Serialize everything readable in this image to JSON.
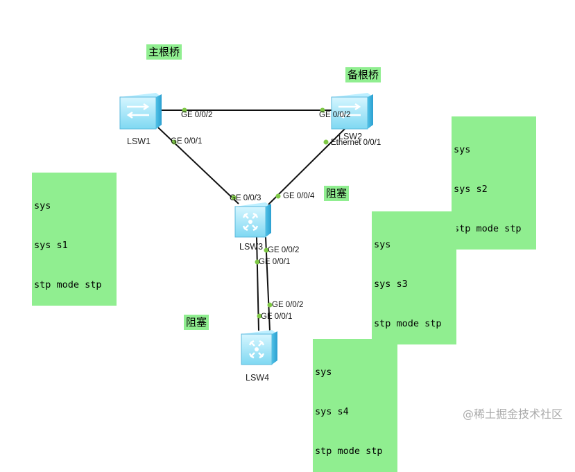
{
  "colors": {
    "note_bg": "#90ee90",
    "link": "#111111",
    "port_dot": "#7ec845",
    "device": "#8fe0f6",
    "device_dark": "#3ab4e0"
  },
  "annotations": {
    "primary_root": "主根桥",
    "backup_root": "备根桥",
    "blocked_a": "阻塞",
    "blocked_b": "阻塞"
  },
  "devices": {
    "lsw1": {
      "label": "LSW1",
      "icon": "l2-switch-icon"
    },
    "lsw2": {
      "label": "LSW2",
      "icon": "l2-switch-icon"
    },
    "lsw3": {
      "label": "LSW3",
      "icon": "l3-switch-icon"
    },
    "lsw4": {
      "label": "LSW4",
      "icon": "l3-switch-icon"
    }
  },
  "ports": {
    "lsw1_ge002": "GE 0/0/2",
    "lsw2_ge002": "GE 0/0/2",
    "lsw1_ge001": "GE 0/0/1",
    "lsw2_eth001": "Ethernet 0/0/1",
    "lsw3_ge003": "GE 0/0/3",
    "lsw3_ge004": "GE 0/0/4",
    "lsw3_ge002": "GE 0/0/2",
    "lsw3_ge001": "GE 0/0/1",
    "lsw4_ge002": "GE 0/0/2",
    "lsw4_ge001": "GE 0/0/1"
  },
  "configs": {
    "s1": [
      "sys",
      "sys s1",
      "stp mode stp"
    ],
    "s2": [
      "sys",
      "sys s2",
      "stp mode stp"
    ],
    "s3": [
      "sys",
      "sys s3",
      "stp mode stp"
    ],
    "s4": [
      "sys",
      "sys s4",
      "stp mode stp"
    ]
  },
  "watermark": "@稀土掘金技术社区"
}
